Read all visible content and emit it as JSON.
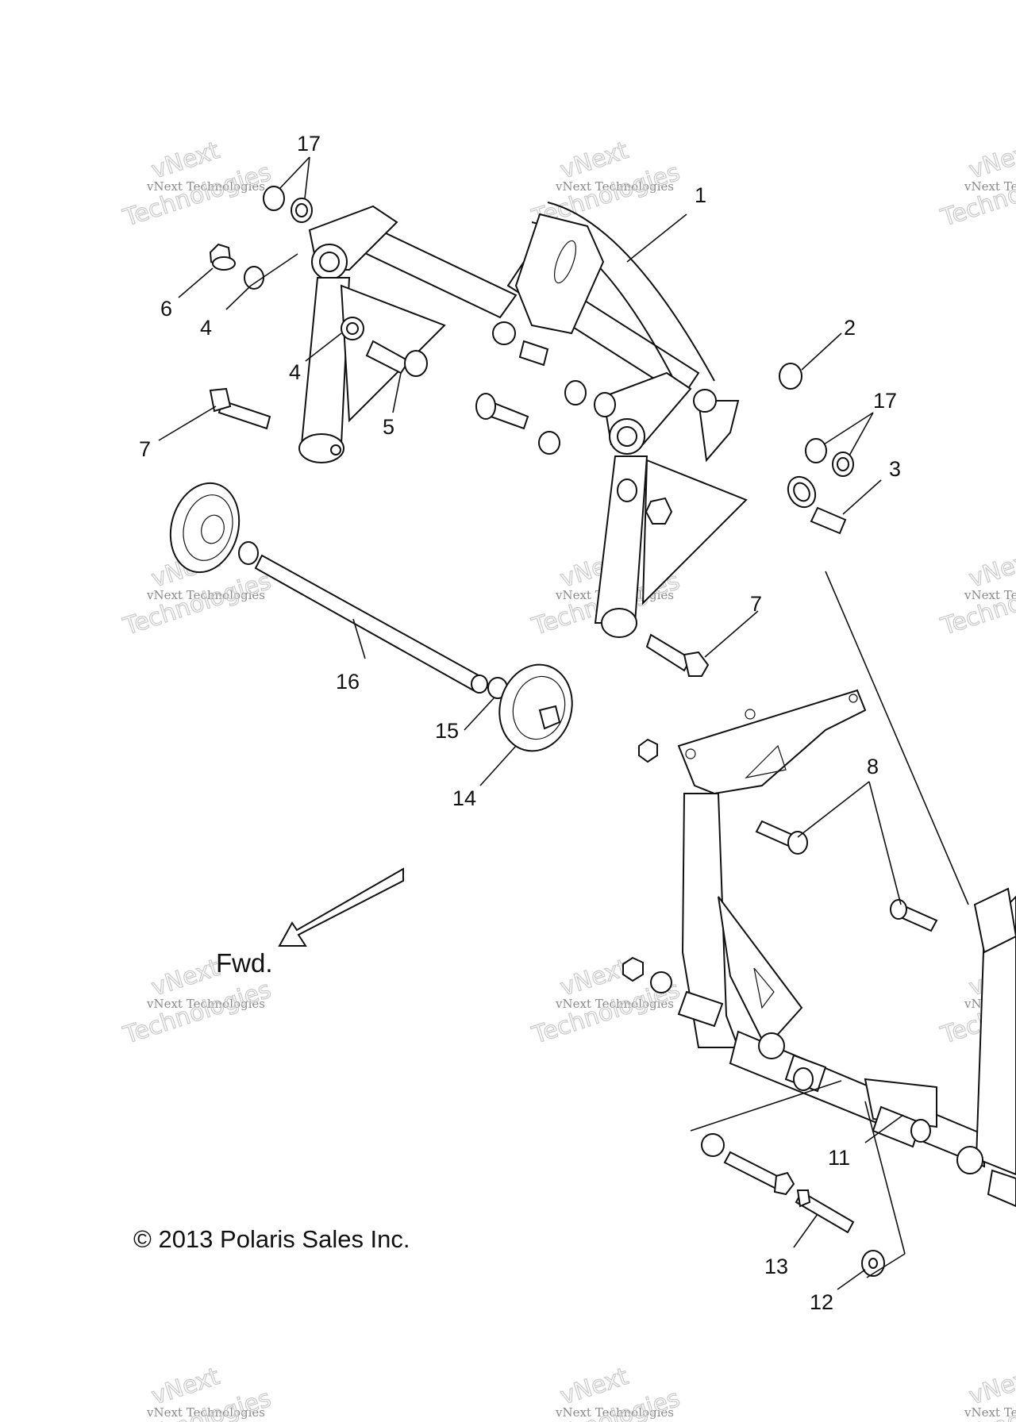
{
  "callouts": [
    {
      "id": "1",
      "text": "1"
    },
    {
      "id": "2",
      "text": "2"
    },
    {
      "id": "3",
      "text": "3"
    },
    {
      "id": "4a",
      "text": "4"
    },
    {
      "id": "4b",
      "text": "4"
    },
    {
      "id": "5",
      "text": "5"
    },
    {
      "id": "6",
      "text": "6"
    },
    {
      "id": "7a",
      "text": "7"
    },
    {
      "id": "7b",
      "text": "7"
    },
    {
      "id": "8",
      "text": "8"
    },
    {
      "id": "11",
      "text": "11"
    },
    {
      "id": "12",
      "text": "12"
    },
    {
      "id": "13",
      "text": "13"
    },
    {
      "id": "14",
      "text": "14"
    },
    {
      "id": "15",
      "text": "15"
    },
    {
      "id": "16",
      "text": "16"
    },
    {
      "id": "17a",
      "text": "17"
    },
    {
      "id": "17b",
      "text": "17"
    }
  ],
  "direction_label": "Fwd.",
  "copyright": "© 2013 Polaris Sales Inc.",
  "watermark": {
    "line1": "vNext Technologies",
    "line2": "Technologies",
    "line3": "vNext"
  }
}
